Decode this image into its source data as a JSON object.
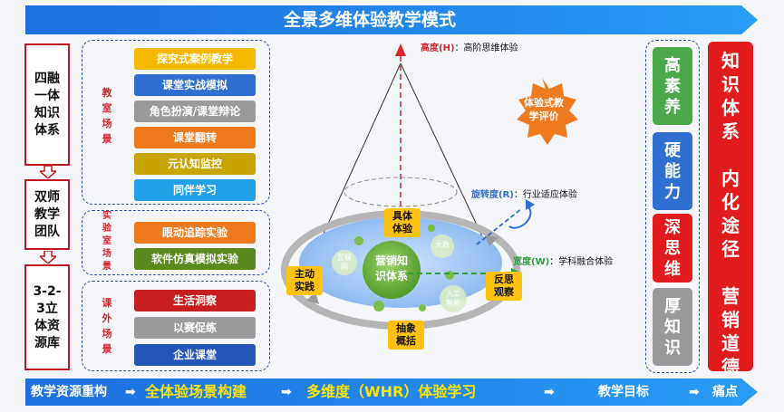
{
  "title": "全景多维体验教学模式",
  "left_labels": [
    {
      "text": "四融\n一体\n知识\n体系"
    },
    {
      "text": "双师\n教学\n团队"
    },
    {
      "text": "3-2-\n3立\n体资\n源库"
    }
  ],
  "scenes": [
    {
      "label": "教\n室\n场\n景",
      "items": [
        {
          "text": "探究式案例教学",
          "color": "#f5b800"
        },
        {
          "text": "课堂实战模拟",
          "color": "#2f6fd1"
        },
        {
          "text": "角色扮演/课堂辩论",
          "color": "#9a9a9a"
        },
        {
          "text": "课堂翻转",
          "color": "#f07a1e"
        },
        {
          "text": "元认知监控",
          "color": "#c9a300"
        },
        {
          "text": "同伴学习",
          "color": "#1fa0e8"
        }
      ]
    },
    {
      "label": "实\n验\n室\n场\n景",
      "items": [
        {
          "text": "眼动追踪实验",
          "color": "#f07a1e"
        },
        {
          "text": "软件仿真模拟实验",
          "color": "#5a8a1e"
        }
      ]
    },
    {
      "label": "课\n外\n场\n景",
      "items": [
        {
          "text": "生活洞察",
          "color": "#c71f1f"
        },
        {
          "text": "以赛促练",
          "color": "#9a9a9a"
        },
        {
          "text": "企业课堂",
          "color": "#2456b8"
        }
      ]
    }
  ],
  "center": {
    "height_axis": {
      "label": "高度(H)",
      "desc": "：高阶思维体验"
    },
    "rotation_axis": {
      "label": "旋转度(R)",
      "desc": "：行业适应体验"
    },
    "width_axis": {
      "label": "宽度(W)",
      "desc": "：学科融合体验"
    },
    "badge": "体验式教\n学评价",
    "core": "营销知\n识体系",
    "bubbles": [
      "互联\n网",
      "大数",
      "人工\n智能"
    ],
    "nodes": [
      "具体\n体验",
      "反思\n观察",
      "抽象\n概括",
      "主动\n实践"
    ]
  },
  "goals": [
    {
      "text": "高\n素\n养",
      "color": "#4aa84a"
    },
    {
      "text": "硬\n能\n力",
      "color": "#2f6fd1"
    },
    {
      "text": "深\n思\n维",
      "color": "#e21c1c"
    },
    {
      "text": "厚\n知\n识",
      "color": "#9a9a9a"
    }
  ],
  "pain_points": "知\n识\n体\n系\n\n内\n化\n途\n径\n\n营\n销\n道\n德",
  "bottom": {
    "steps": [
      "教学资源重构",
      "全体验场景构建",
      "多维度（WHR）体验学习",
      "教学目标",
      "痛点"
    ],
    "arrow": "➡"
  }
}
